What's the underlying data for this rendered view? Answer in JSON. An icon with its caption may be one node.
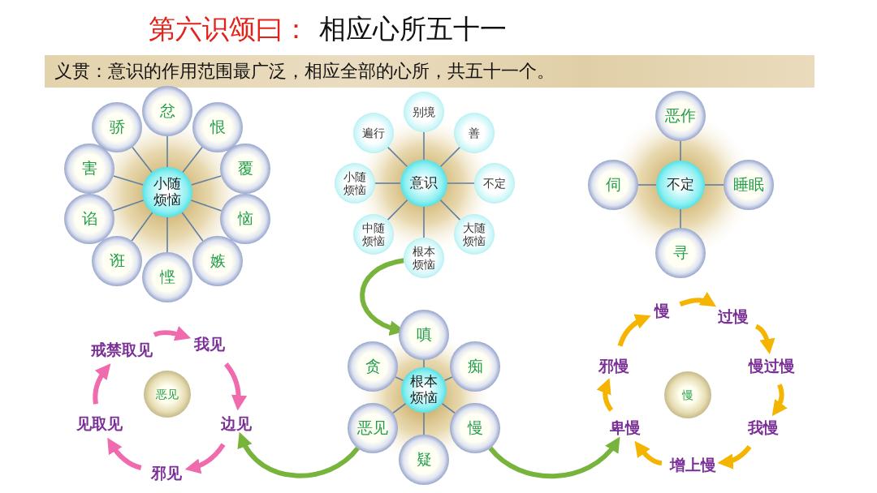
{
  "diagram": {
    "title": "第六识颂曰：",
    "labels": [
      "相应心所五十一",
      "义贯：意识的作用范围最广泛，相应全部的心所，共五十一个。"
    ],
    "nodes": [
      {
        "text": [
          "小随烦恼"
        ]
      },
      {
        "text": [
          "忿"
        ]
      },
      {
        "text": [
          "恨"
        ]
      },
      {
        "text": [
          "覆"
        ]
      },
      {
        "text": [
          "恼"
        ]
      },
      {
        "text": [
          "嫉"
        ]
      },
      {
        "text": [
          "悭"
        ]
      },
      {
        "text": [
          "诳"
        ]
      },
      {
        "text": [
          "谄"
        ]
      },
      {
        "text": [
          "害"
        ]
      },
      {
        "text": [
          "骄"
        ]
      },
      {
        "text": [
          "意识"
        ]
      },
      {
        "text": [
          "别境"
        ]
      },
      {
        "text": [
          "善"
        ]
      },
      {
        "text": [
          "不定"
        ]
      },
      {
        "text": [
          "大随烦恼"
        ]
      },
      {
        "text": [
          "根本烦恼"
        ]
      },
      {
        "text": [
          "中随烦恼"
        ]
      },
      {
        "text": [
          "小随烦恼"
        ]
      },
      {
        "text": [
          "遍行"
        ]
      },
      {
        "text": [
          "不定"
        ]
      },
      {
        "text": [
          "恶作"
        ]
      },
      {
        "text": [
          "睡眠"
        ]
      },
      {
        "text": [
          "寻"
        ]
      },
      {
        "text": [
          "伺"
        ]
      },
      {
        "text": [
          "根本烦恼"
        ]
      },
      {
        "text": [
          "嗔"
        ]
      },
      {
        "text": [
          "痴"
        ]
      },
      {
        "text": [
          "慢"
        ]
      },
      {
        "text": [
          "疑"
        ]
      },
      {
        "text": [
          "恶见"
        ]
      },
      {
        "text": [
          "贪"
        ]
      },
      {
        "text": [
          "恶见"
        ]
      },
      {
        "text": [
          "戒禁取见"
        ]
      },
      {
        "text": [
          "我见"
        ]
      },
      {
        "text": [
          "边见"
        ]
      },
      {
        "text": [
          "邪见"
        ]
      },
      {
        "text": [
          "见取见"
        ]
      },
      {
        "text": [
          "慢"
        ]
      },
      {
        "text": [
          "慢"
        ]
      },
      {
        "text": [
          "过慢"
        ]
      },
      {
        "text": [
          "慢过慢"
        ]
      },
      {
        "text": [
          "我慢"
        ]
      },
      {
        "text": [
          "增上慢"
        ]
      },
      {
        "text": [
          "卑慢"
        ]
      },
      {
        "text": [
          "邪慢"
        ]
      }
    ],
    "edges": [
      {
        "from": 0,
        "to": 1,
        "arrow": "none"
      },
      {
        "from": 0,
        "to": 2,
        "arrow": "none"
      },
      {
        "from": 0,
        "to": 3,
        "arrow": "none"
      },
      {
        "from": 0,
        "to": 4,
        "arrow": "none"
      },
      {
        "from": 0,
        "to": 5,
        "arrow": "none"
      },
      {
        "from": 0,
        "to": 6,
        "arrow": "none"
      },
      {
        "from": 0,
        "to": 7,
        "arrow": "none"
      },
      {
        "from": 0,
        "to": 8,
        "arrow": "none"
      },
      {
        "from": 0,
        "to": 9,
        "arrow": "none"
      },
      {
        "from": 0,
        "to": 10,
        "arrow": "none"
      },
      {
        "from": 11,
        "to": 12,
        "arrow": "none"
      },
      {
        "from": 11,
        "to": 13,
        "arrow": "none"
      },
      {
        "from": 11,
        "to": 14,
        "arrow": "none"
      },
      {
        "from": 11,
        "to": 15,
        "arrow": "none"
      },
      {
        "from": 11,
        "to": 16,
        "arrow": "none"
      },
      {
        "from": 11,
        "to": 17,
        "arrow": "none"
      },
      {
        "from": 11,
        "to": 18,
        "arrow": "none"
      },
      {
        "from": 11,
        "to": 19,
        "arrow": "none"
      },
      {
        "from": 20,
        "to": 21,
        "arrow": "none"
      },
      {
        "from": 20,
        "to": 22,
        "arrow": "none"
      },
      {
        "from": 20,
        "to": 23,
        "arrow": "none"
      },
      {
        "from": 20,
        "to": 24,
        "arrow": "none"
      },
      {
        "from": 25,
        "to": 26,
        "arrow": "none"
      },
      {
        "from": 25,
        "to": 27,
        "arrow": "none"
      },
      {
        "from": 25,
        "to": 28,
        "arrow": "none"
      },
      {
        "from": 25,
        "to": 29,
        "arrow": "none"
      },
      {
        "from": 25,
        "to": 30,
        "arrow": "none"
      },
      {
        "from": 25,
        "to": 31,
        "arrow": "none"
      },
      {
        "from": 33,
        "to": 34,
        "arrow": "to",
        "style": "thick",
        "color": "#f06aae"
      },
      {
        "from": 34,
        "to": 35,
        "arrow": "to",
        "style": "thick",
        "color": "#f06aae"
      },
      {
        "from": 35,
        "to": 36,
        "arrow": "to",
        "style": "thick",
        "color": "#f06aae"
      },
      {
        "from": 36,
        "to": 37,
        "arrow": "to",
        "style": "thick",
        "color": "#f06aae"
      },
      {
        "from": 37,
        "to": 33,
        "arrow": "to",
        "style": "thick",
        "color": "#f06aae"
      },
      {
        "from": 39,
        "to": 40,
        "arrow": "to",
        "style": "thick",
        "color": "#f5b400"
      },
      {
        "from": 40,
        "to": 41,
        "arrow": "to",
        "style": "thick",
        "color": "#f5b400"
      },
      {
        "from": 41,
        "to": 42,
        "arrow": "to",
        "style": "thick",
        "color": "#f5b400"
      },
      {
        "from": 42,
        "to": 43,
        "arrow": "to",
        "style": "thick",
        "color": "#f5b400"
      },
      {
        "from": 43,
        "to": 44,
        "arrow": "to",
        "style": "thick",
        "color": "#f5b400"
      },
      {
        "from": 44,
        "to": 45,
        "arrow": "to",
        "style": "thick",
        "color": "#f5b400"
      },
      {
        "from": 45,
        "to": 39,
        "arrow": "to",
        "style": "thick",
        "color": "#f5b400"
      },
      {
        "from": 16,
        "to": 26,
        "arrow": "to",
        "style": "thick",
        "color": "#78b43c"
      },
      {
        "from": 30,
        "to": 35,
        "arrow": "to",
        "style": "thick",
        "color": "#78b43c"
      },
      {
        "from": 28,
        "to": 44,
        "arrow": "to",
        "style": "thick",
        "color": "#78b43c"
      }
    ]
  }
}
